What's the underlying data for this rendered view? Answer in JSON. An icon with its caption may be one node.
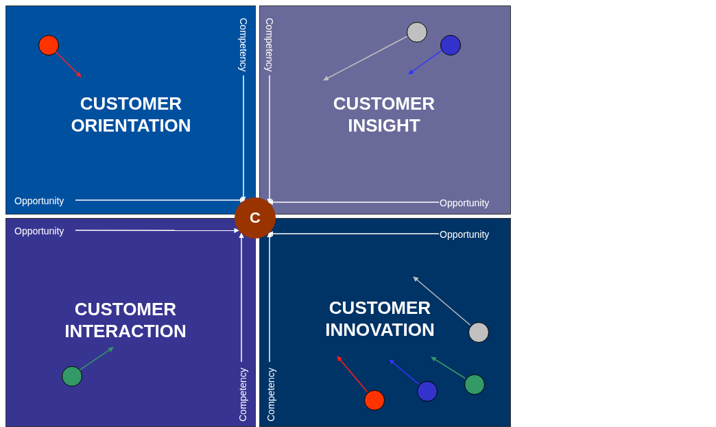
{
  "diagram": {
    "nodes": [
      {
        "text": [
          "CUSTOMER ORIENTATION"
        ]
      },
      {
        "text": [],
        "shape": "circle",
        "in": 0
      },
      {
        "text": [
          "Competency"
        ],
        "in": 0
      },
      {
        "text": [
          "Opportunity"
        ],
        "in": 0
      },
      {
        "text": [
          "CUSTOMER INSIGHT"
        ]
      },
      {
        "text": [],
        "shape": "circle",
        "in": 4
      },
      {
        "text": [],
        "shape": "circle",
        "in": 4
      },
      {
        "text": [
          "Competency"
        ],
        "in": 4
      },
      {
        "text": [
          "Opportunity"
        ],
        "in": 4
      },
      {
        "text": [
          "C"
        ]
      },
      {
        "text": [
          "CUSTOMER INTERACTION"
        ]
      },
      {
        "text": [
          "Opportunity"
        ],
        "in": 10
      },
      {
        "text": [],
        "shape": "circle",
        "in": 10
      },
      {
        "text": [
          "Competency"
        ],
        "in": 10
      },
      {
        "text": [
          "CUSTOMER INNOVATION"
        ]
      },
      {
        "text": [
          "Opportunity"
        ],
        "in": 14
      },
      {
        "text": [],
        "shape": "circle",
        "in": 14
      },
      {
        "text": [],
        "shape": "circle",
        "in": 14
      },
      {
        "text": [],
        "shape": "circle",
        "in": 14
      },
      {
        "text": [],
        "shape": "circle",
        "in": 14
      },
      {
        "text": [
          "Competency"
        ],
        "in": 14
      }
    ],
    "edges": [
      {
        "from": 1,
        "to": null,
        "arrow": "to",
        "color": "#ff2020"
      },
      {
        "from": 2,
        "to": 9,
        "arrow": "to"
      },
      {
        "from": 3,
        "to": 9,
        "arrow": "to"
      },
      {
        "from": 5,
        "to": null,
        "arrow": "to",
        "color": "#c0c0c0"
      },
      {
        "from": 6,
        "to": null,
        "arrow": "to",
        "color": "#3333ff"
      },
      {
        "from": 7,
        "to": 9,
        "arrow": "to"
      },
      {
        "from": 8,
        "to": 9,
        "arrow": "to"
      },
      {
        "from": 11,
        "to": 9,
        "arrow": "to"
      },
      {
        "from": 12,
        "to": null,
        "arrow": "to",
        "color": "#339966"
      },
      {
        "from": 13,
        "to": 9,
        "arrow": "to"
      },
      {
        "from": 15,
        "to": 9,
        "arrow": "to"
      },
      {
        "from": 16,
        "to": null,
        "arrow": "to",
        "color": "#c0c0c0"
      },
      {
        "from": 17,
        "to": null,
        "arrow": "to",
        "color": "#ff2020"
      },
      {
        "from": 18,
        "to": null,
        "arrow": "to",
        "color": "#3333ff"
      },
      {
        "from": 19,
        "to": null,
        "arrow": "to",
        "color": "#339966"
      },
      {
        "from": 20,
        "to": 9,
        "arrow": "to"
      }
    ]
  }
}
